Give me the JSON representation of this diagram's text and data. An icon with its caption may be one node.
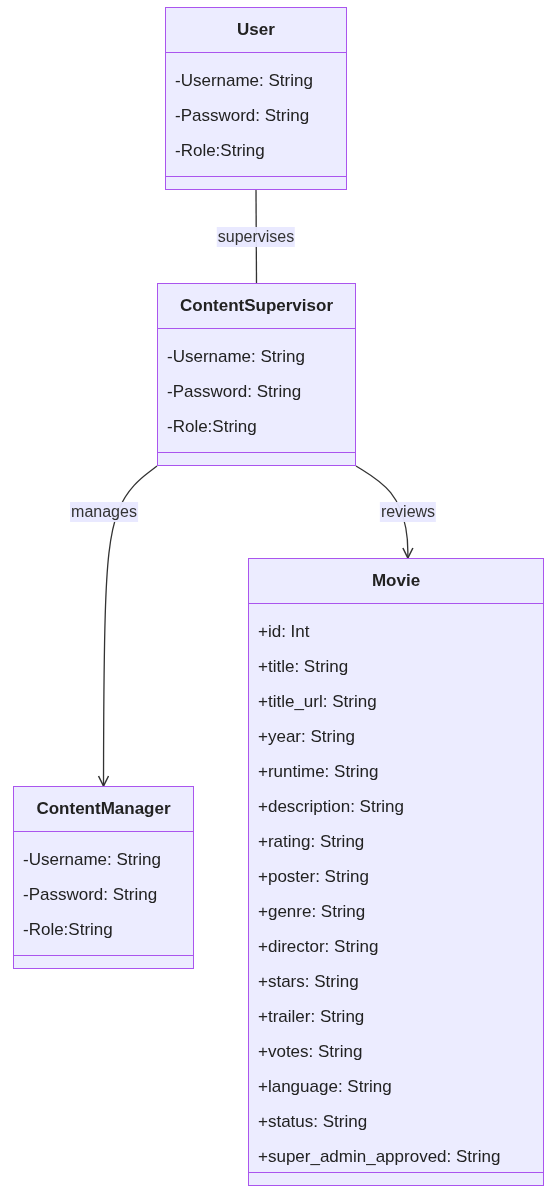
{
  "diagram": {
    "nodes": [
      {
        "text": [
          "User",
          "-Username: String",
          "-Password: String",
          "-Role:String"
        ]
      },
      {
        "text": [
          "ContentSupervisor",
          "-Username: String",
          "-Password: String",
          "-Role:String"
        ]
      },
      {
        "text": [
          "ContentManager",
          "-Username: String",
          "-Password: String",
          "-Role:String"
        ]
      },
      {
        "text": [
          "Movie",
          "+id: Int",
          "+title: String",
          "+title_url: String",
          "+year: String",
          "+runtime: String",
          "+description: String",
          "+rating: String",
          "+poster: String",
          "+genre: String",
          "+director: String",
          "+stars: String",
          "+trailer: String",
          "+votes: String",
          "+language: String",
          "+status: String",
          "+super_admin_approved: String"
        ]
      }
    ],
    "edges": [
      {
        "from": 0,
        "to": 1,
        "label": "supervises",
        "arrow": "none"
      },
      {
        "from": 1,
        "to": 2,
        "label": "manages",
        "arrow": "to"
      },
      {
        "from": 1,
        "to": 3,
        "label": "reviews",
        "arrow": "to"
      }
    ]
  }
}
